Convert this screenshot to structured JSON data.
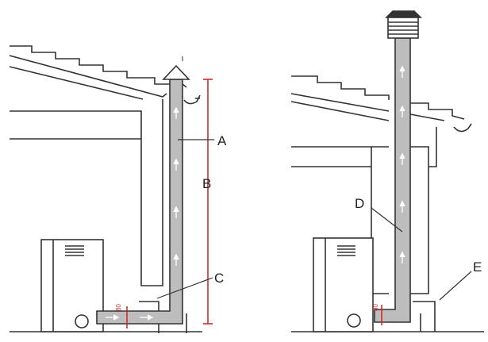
{
  "labels": {
    "a": "A",
    "b": "B",
    "c": "C",
    "d": "D",
    "e": "E"
  },
  "dimensions": {
    "left_pipe_mark": "80",
    "right_pipe_mark": "80"
  },
  "colors": {
    "pipe_fill": "#bdbdbd",
    "outline": "#333333",
    "dimension_red": "#d62828"
  }
}
